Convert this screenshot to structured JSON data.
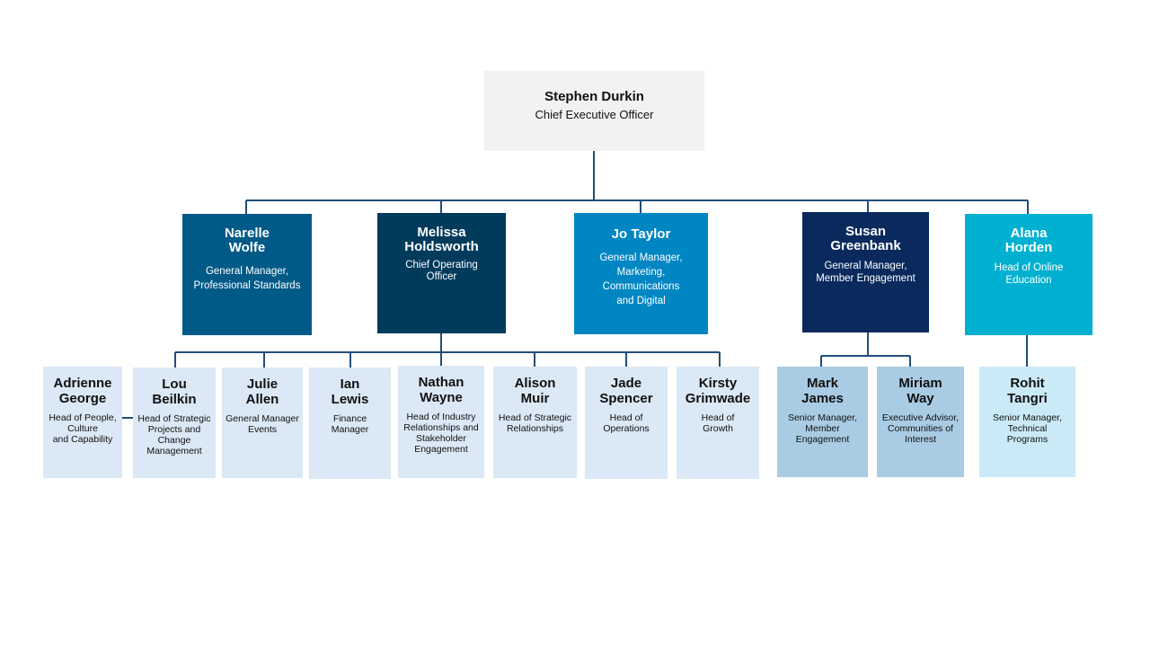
{
  "ceo": {
    "name": "Stephen Durkin",
    "title": "Chief Executive Officer",
    "color": "#f2f2f2"
  },
  "managers": [
    {
      "name": "Narelle\nWolfe",
      "title": "General Manager,\nProfessional Standards",
      "color": "#005a87"
    },
    {
      "name": "Melissa\nHoldsworth",
      "title": "Chief Operating\nOfficer",
      "color": "#003b5c"
    },
    {
      "name": "Jo Taylor",
      "title": "General Manager,\nMarketing,\nCommunications\nand Digital",
      "color": "#0086c3"
    },
    {
      "name": "Susan\nGreenbank",
      "title": "General Manager,\nMember Engagement",
      "color": "#0a2a5e"
    },
    {
      "name": "Alana\nHorden",
      "title": "Head of Online\nEducation",
      "color": "#00b0d0"
    }
  ],
  "staff": [
    {
      "name": "Adrienne\nGeorge",
      "title": "Head of People,\nCulture\nand Capability",
      "color": "#dbe8f5"
    },
    {
      "name": "Lou\nBeilkin",
      "title": "Head of Strategic\nProjects and\nChange\nManagement",
      "color": "#dbe8f5"
    },
    {
      "name": "Julie\nAllen",
      "title": "General Manager\nEvents",
      "color": "#dbe8f5"
    },
    {
      "name": "Ian\nLewis",
      "title": "Finance\nManager",
      "color": "#dbe8f5"
    },
    {
      "name": "Nathan\nWayne",
      "title": "Head of Industry\nRelationships and\nStakeholder\nEngagement",
      "color": "#dbe8f5"
    },
    {
      "name": "Alison\nMuir",
      "title": "Head of Strategic\nRelationships",
      "color": "#dbe8f5"
    },
    {
      "name": "Jade\nSpencer",
      "title": "Head of\nOperations",
      "color": "#dbe8f5"
    },
    {
      "name": "Kirsty\nGrimwade",
      "title": "Head of\nGrowth",
      "color": "#dbe8f5"
    },
    {
      "name": "Mark\nJames",
      "title": "Senior Manager,\nMember\nEngagement",
      "color": "#a9cbe3"
    },
    {
      "name": "Miriam\nWay",
      "title": "Executive Advisor,\nCommunities of\nInterest",
      "color": "#a9cbe3"
    },
    {
      "name": "Rohit\nTangri",
      "title": "Senior Manager,\nTechnical\nPrograms",
      "color": "#cbeaf8"
    }
  ]
}
